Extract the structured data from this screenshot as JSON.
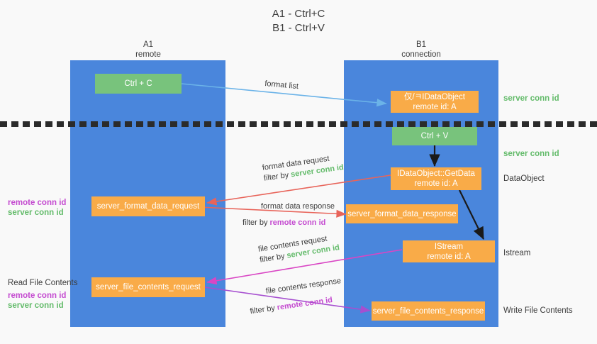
{
  "heading": {
    "line1": "A1 - Ctrl+C",
    "line2": "B1 - Ctrl+V"
  },
  "columns": {
    "a": {
      "title": "A1",
      "subtitle": "remote"
    },
    "b": {
      "title": "B1",
      "subtitle": "connection"
    }
  },
  "boxes": {
    "ctrl_c": {
      "label": "Ctrl + C"
    },
    "ctrl_v": {
      "label": "Ctrl + V"
    },
    "idataobject_top": {
      "line1": "仅/ㅋIDataObject",
      "line2": "remote id: A"
    },
    "idataobject_getdata": {
      "line1": "IDataObject::GetData",
      "line2": "remote id: A"
    },
    "istream": {
      "line1": "IStream",
      "line2": "remote id: A"
    },
    "server_format_data_request": {
      "label": "server_format_data_request"
    },
    "server_format_data_response": {
      "label": "server_format_data_response"
    },
    "server_file_contents_request": {
      "label": "server_file_contents_request"
    },
    "server_file_contents_response": {
      "label": "server_file_contents_response"
    }
  },
  "right_notes": {
    "server_conn_id_top": "server conn id",
    "server_conn_id_mid": "server conn id",
    "dataobject": "DataObject",
    "istream": "Istream",
    "write_file_contents": "Write File Contents"
  },
  "left_notes": {
    "remote_conn_id_1": "remote conn id",
    "server_conn_id_1": "server conn id",
    "read_file_contents": "Read File Contents",
    "remote_conn_id_2": "remote conn id",
    "server_conn_id_2": "server conn id"
  },
  "edges": {
    "format_list": {
      "label": "format list"
    },
    "format_data_request": {
      "line1": "format data request",
      "filter_prefix": "filter by ",
      "filter_value": "server conn id"
    },
    "format_data_response": {
      "line1": "format data response",
      "filter_prefix": "filter by ",
      "filter_value": "remote conn id"
    },
    "file_contents_request": {
      "line1": "file contents request",
      "filter_prefix": "filter by ",
      "filter_value": "server conn id"
    },
    "file_contents_response": {
      "line1": "file contents response",
      "filter_prefix": "filter by ",
      "filter_value": "remote conn id"
    }
  },
  "colors": {
    "panel_blue": "#4a86dc",
    "box_green": "#78c37c",
    "box_orange": "#f9ab48",
    "green_text": "#63bb6a",
    "purple_text": "#c44ad0",
    "light_blue_arrow": "#6bb3e8",
    "red_arrow": "#e8645a",
    "magenta_arrow": "#d946c4",
    "purple_arrow": "#a64fd0",
    "black_arrow": "#1a1a1a",
    "background": "#f9f9f9"
  }
}
